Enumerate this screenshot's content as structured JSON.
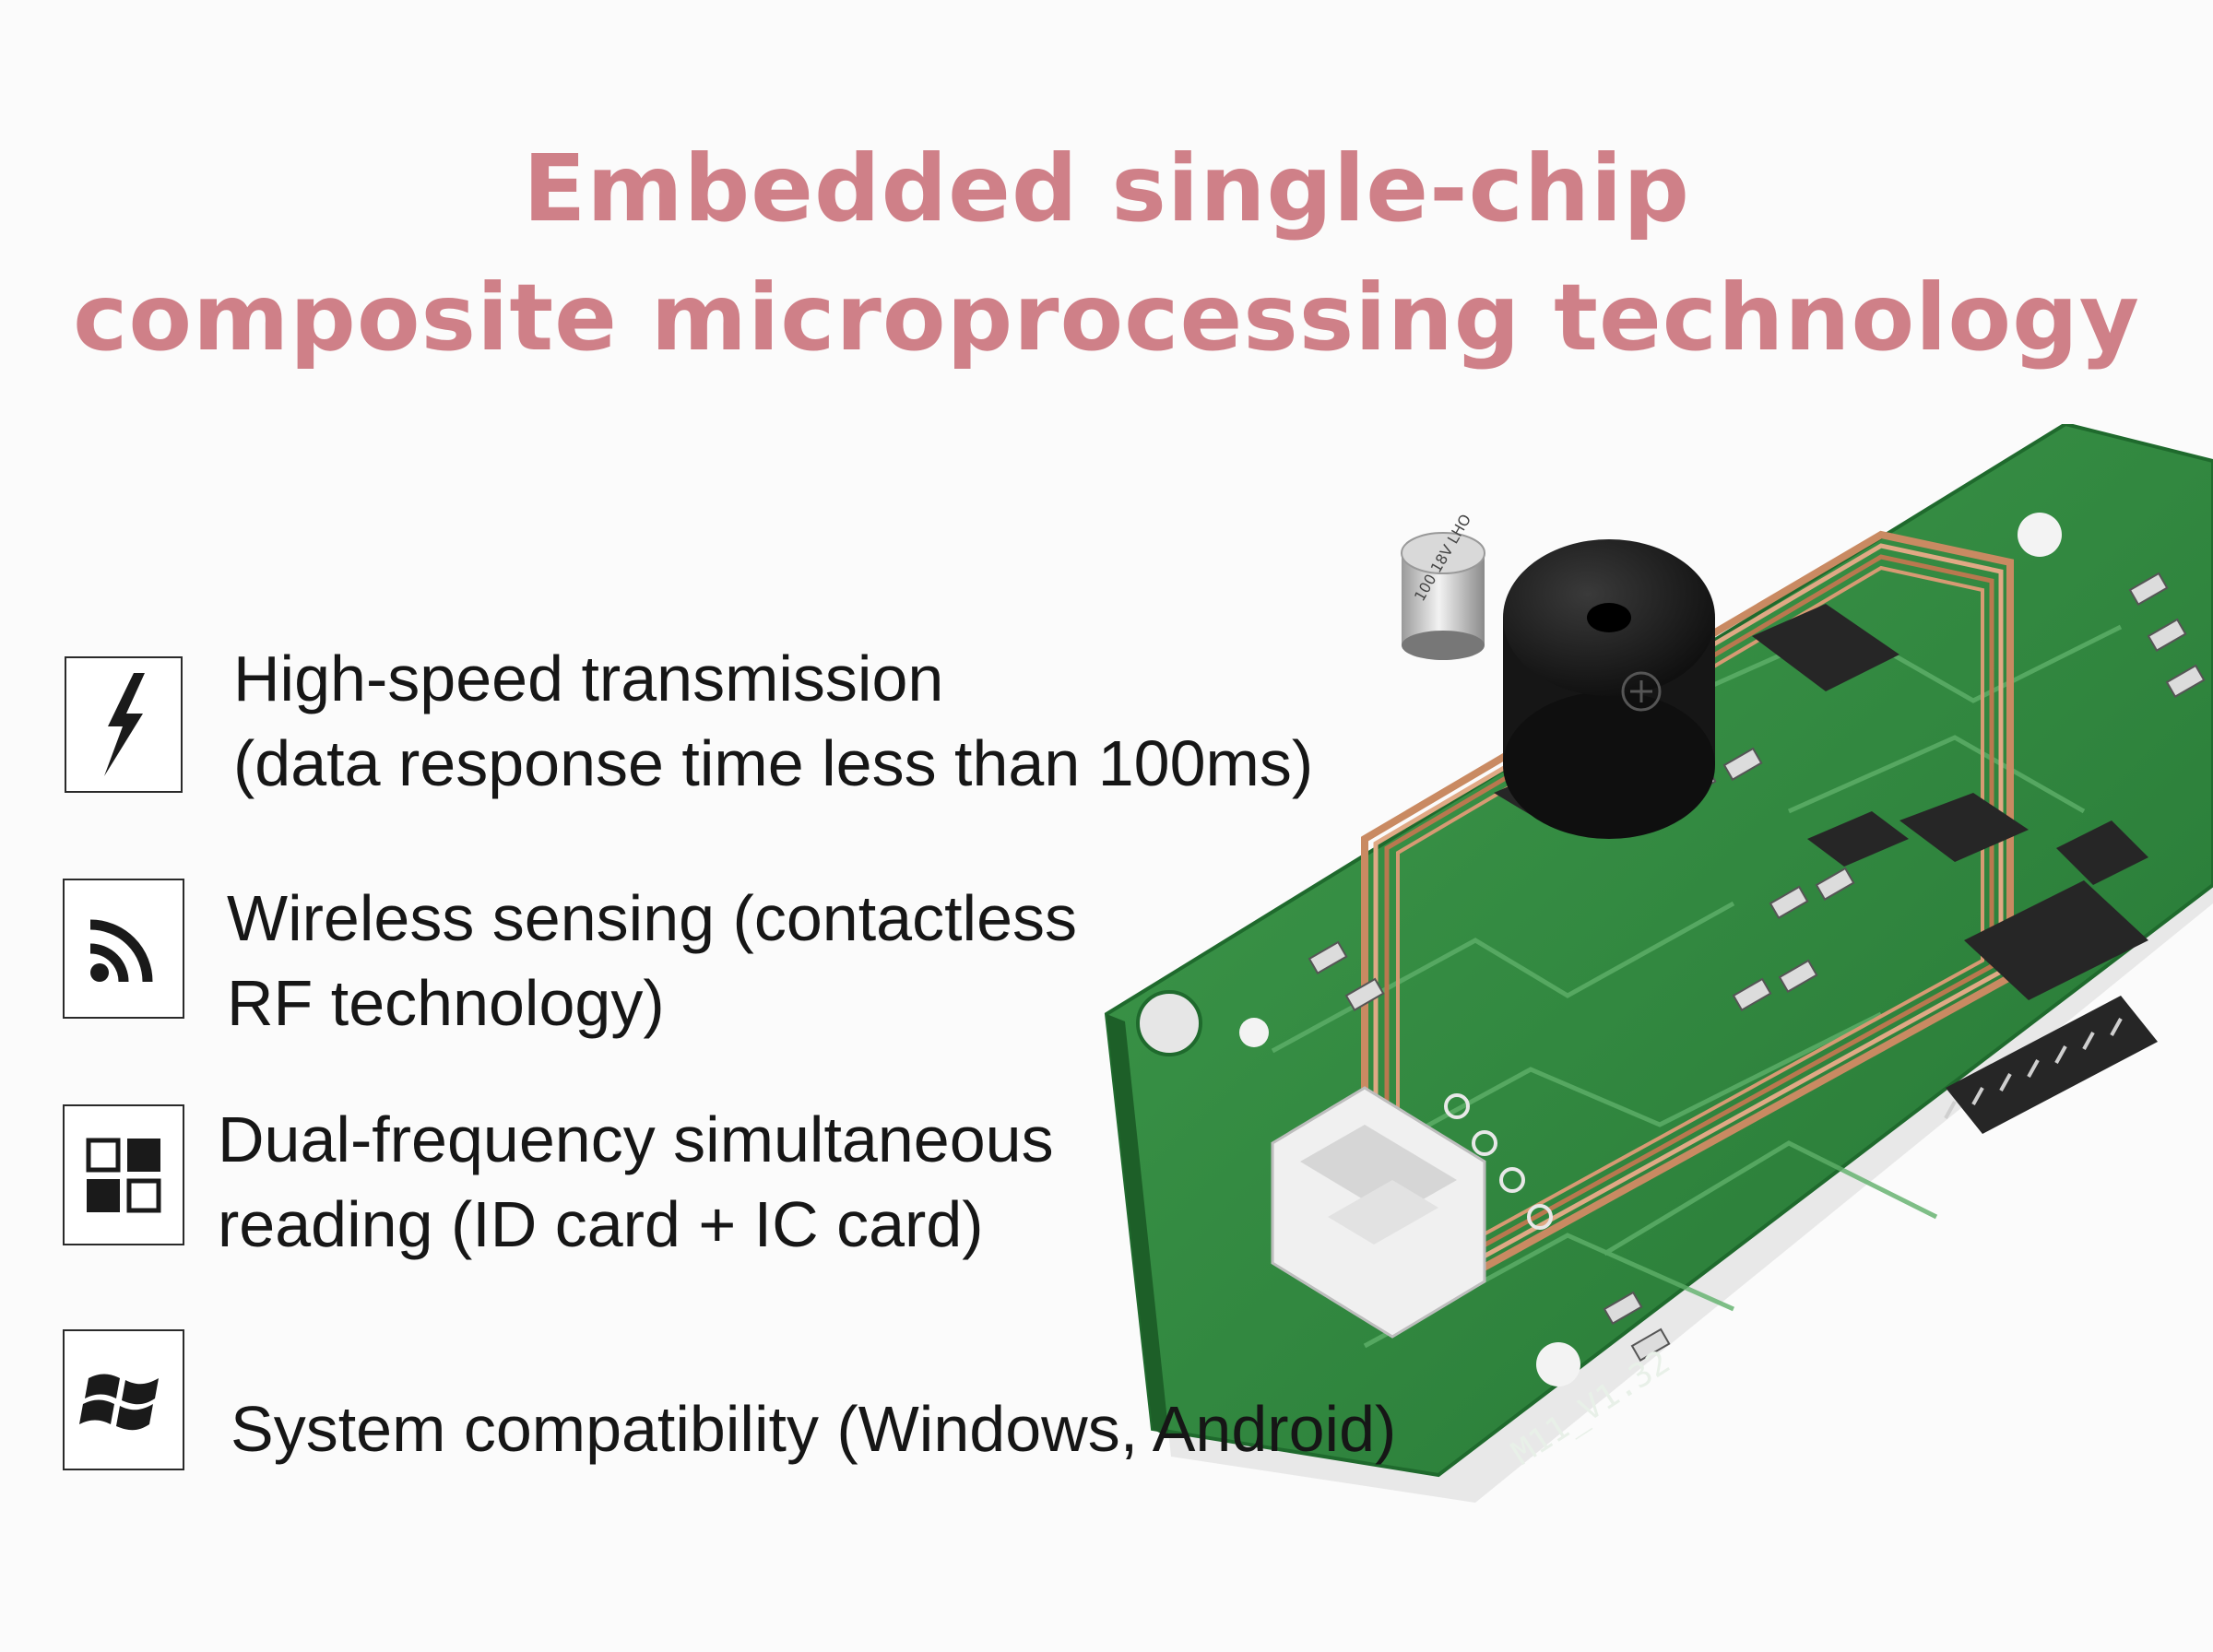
{
  "headline": {
    "line1": "Embedded single-chip",
    "line2": "composite microprocessing technology"
  },
  "features": [
    {
      "icon": "lightning-icon",
      "line1": "High-speed transmission",
      "line2": "(data response time less than 100ms)"
    },
    {
      "icon": "wireless-signal-icon",
      "line1": "Wireless sensing (contactless",
      "line2": "RF technology)"
    },
    {
      "icon": "grid-squares-icon",
      "line1": "Dual-frequency simultaneous",
      "line2": "reading (ID card + IC card)"
    },
    {
      "icon": "windows-logo-icon",
      "line1": "System compatibility (Windows, Android)",
      "line2": ""
    }
  ],
  "board": {
    "silkscreen": "M11_V1.32",
    "capacitor_label": "100 18V LHO",
    "colors": {
      "pcb": "#2f8a3e",
      "coil": "#c98a62",
      "title": "#cf8088"
    }
  }
}
